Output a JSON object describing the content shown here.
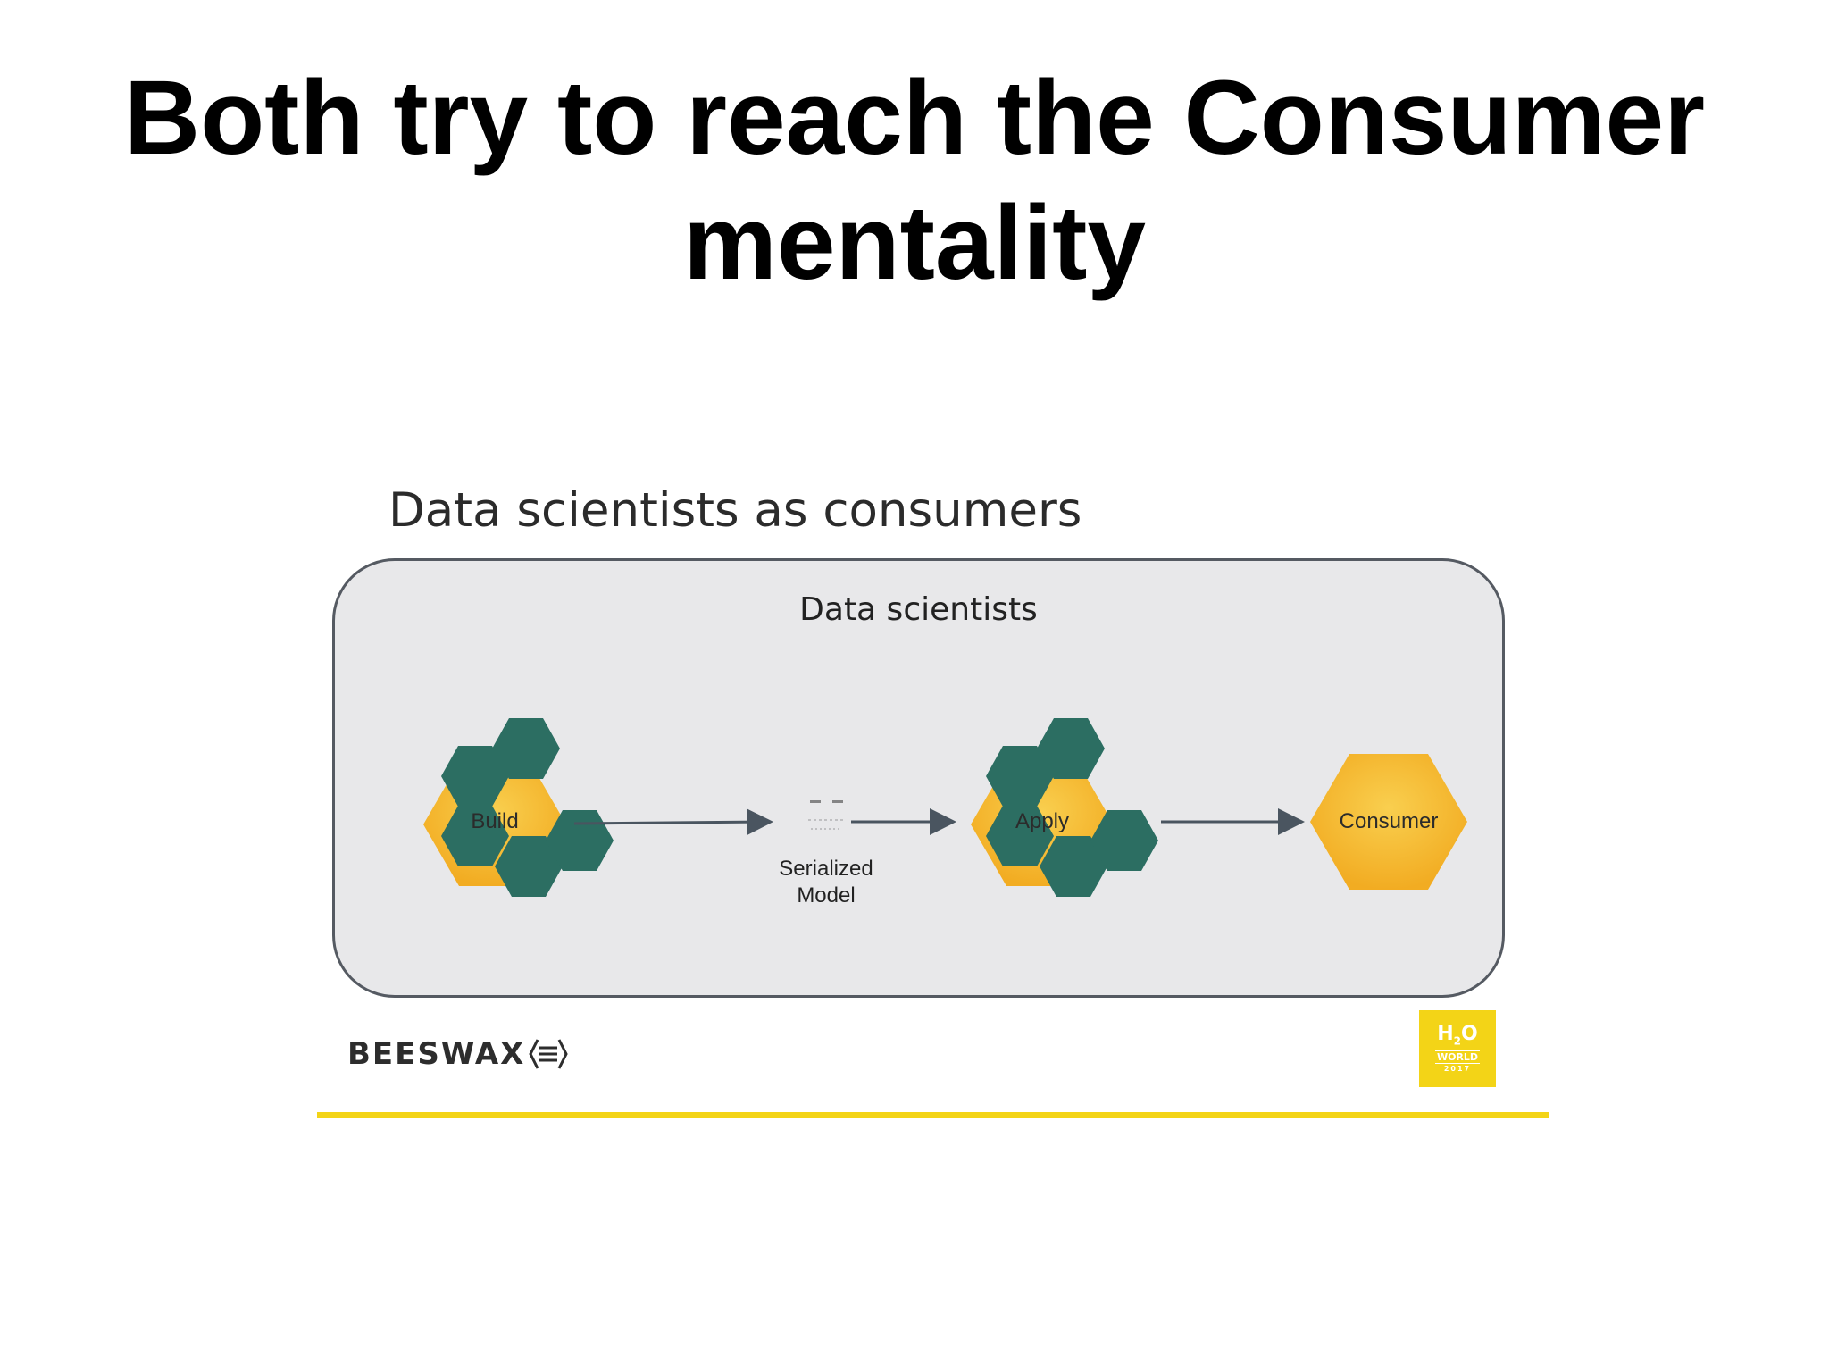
{
  "slide": {
    "title_line1": "Both try to reach the Consumer",
    "title_line2": "mentality"
  },
  "figure": {
    "heading": "Data scientists as consumers",
    "panel_label": "Data scientists",
    "nodes": {
      "build": "Build",
      "model_caption_line1": "Serialized",
      "model_caption_line2": "Model",
      "apply": "Apply",
      "consumer": "Consumer"
    },
    "footer": {
      "brand": "BEESWAX",
      "badge_h2o": "H",
      "badge_sub": "2",
      "badge_o": "O",
      "badge_world": "WORLD",
      "badge_year": "2017"
    }
  },
  "colors": {
    "honeycomb_gold": "#f5b82e",
    "cell_green": "#2c6e62",
    "arrow": "#4a5560",
    "panel_bg": "#e8e8ea",
    "accent_yellow": "#f3d417"
  }
}
